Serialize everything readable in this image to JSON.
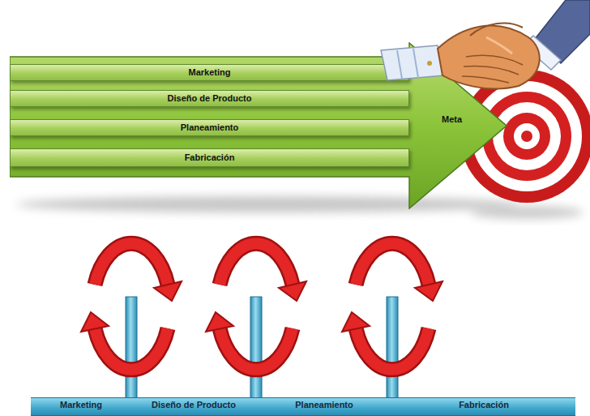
{
  "diagram": {
    "nodes": [
      {
        "text": [
          "Marketing"
        ]
      },
      {
        "text": [
          "Diseño de Producto"
        ]
      },
      {
        "text": [
          "Planeamiento"
        ]
      },
      {
        "text": [
          "Fabricación"
        ]
      },
      {
        "text": [
          "Meta"
        ]
      },
      {
        "text": [
          "Marketing"
        ]
      },
      {
        "text": [
          "Diseño de Producto"
        ]
      },
      {
        "text": [
          "Planeamiento"
        ]
      },
      {
        "text": [
          "Fabricación"
        ]
      }
    ]
  }
}
